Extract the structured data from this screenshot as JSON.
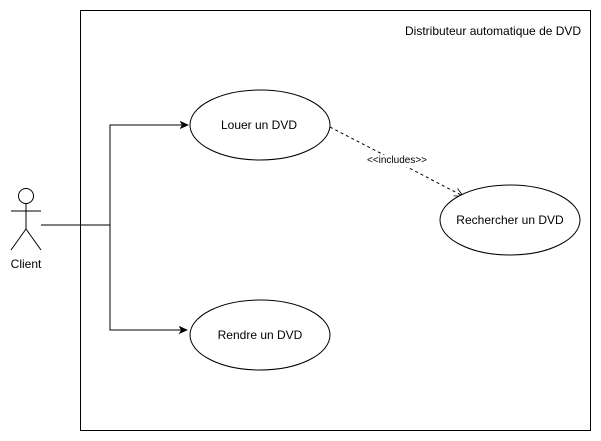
{
  "system": {
    "title": "Distributeur automatique de DVD"
  },
  "actor": {
    "name": "Client"
  },
  "use_cases": {
    "rent": "Louer un DVD",
    "search": "Rechercher un DVD",
    "return": "Rendre un DVD"
  },
  "relations": {
    "include_stereotype": "<<includes>>"
  },
  "colors": {
    "stroke": "#000000",
    "fill": "#ffffff"
  }
}
